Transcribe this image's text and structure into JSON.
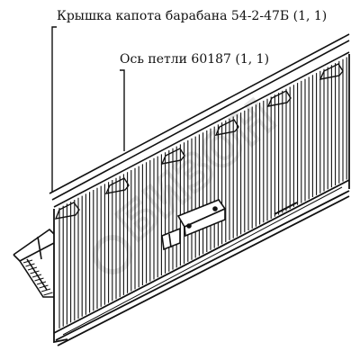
{
  "callouts": [
    {
      "text": "Крышка капота барабана 54-2-47Б (1, 1)"
    },
    {
      "text": "Ось петли 60187 (1, 1)"
    }
  ],
  "watermark": {
    "text": "БИЗОН"
  },
  "colors": {
    "ink": "#111111",
    "watermark": "#d9d9d9",
    "background": "#ffffff"
  }
}
